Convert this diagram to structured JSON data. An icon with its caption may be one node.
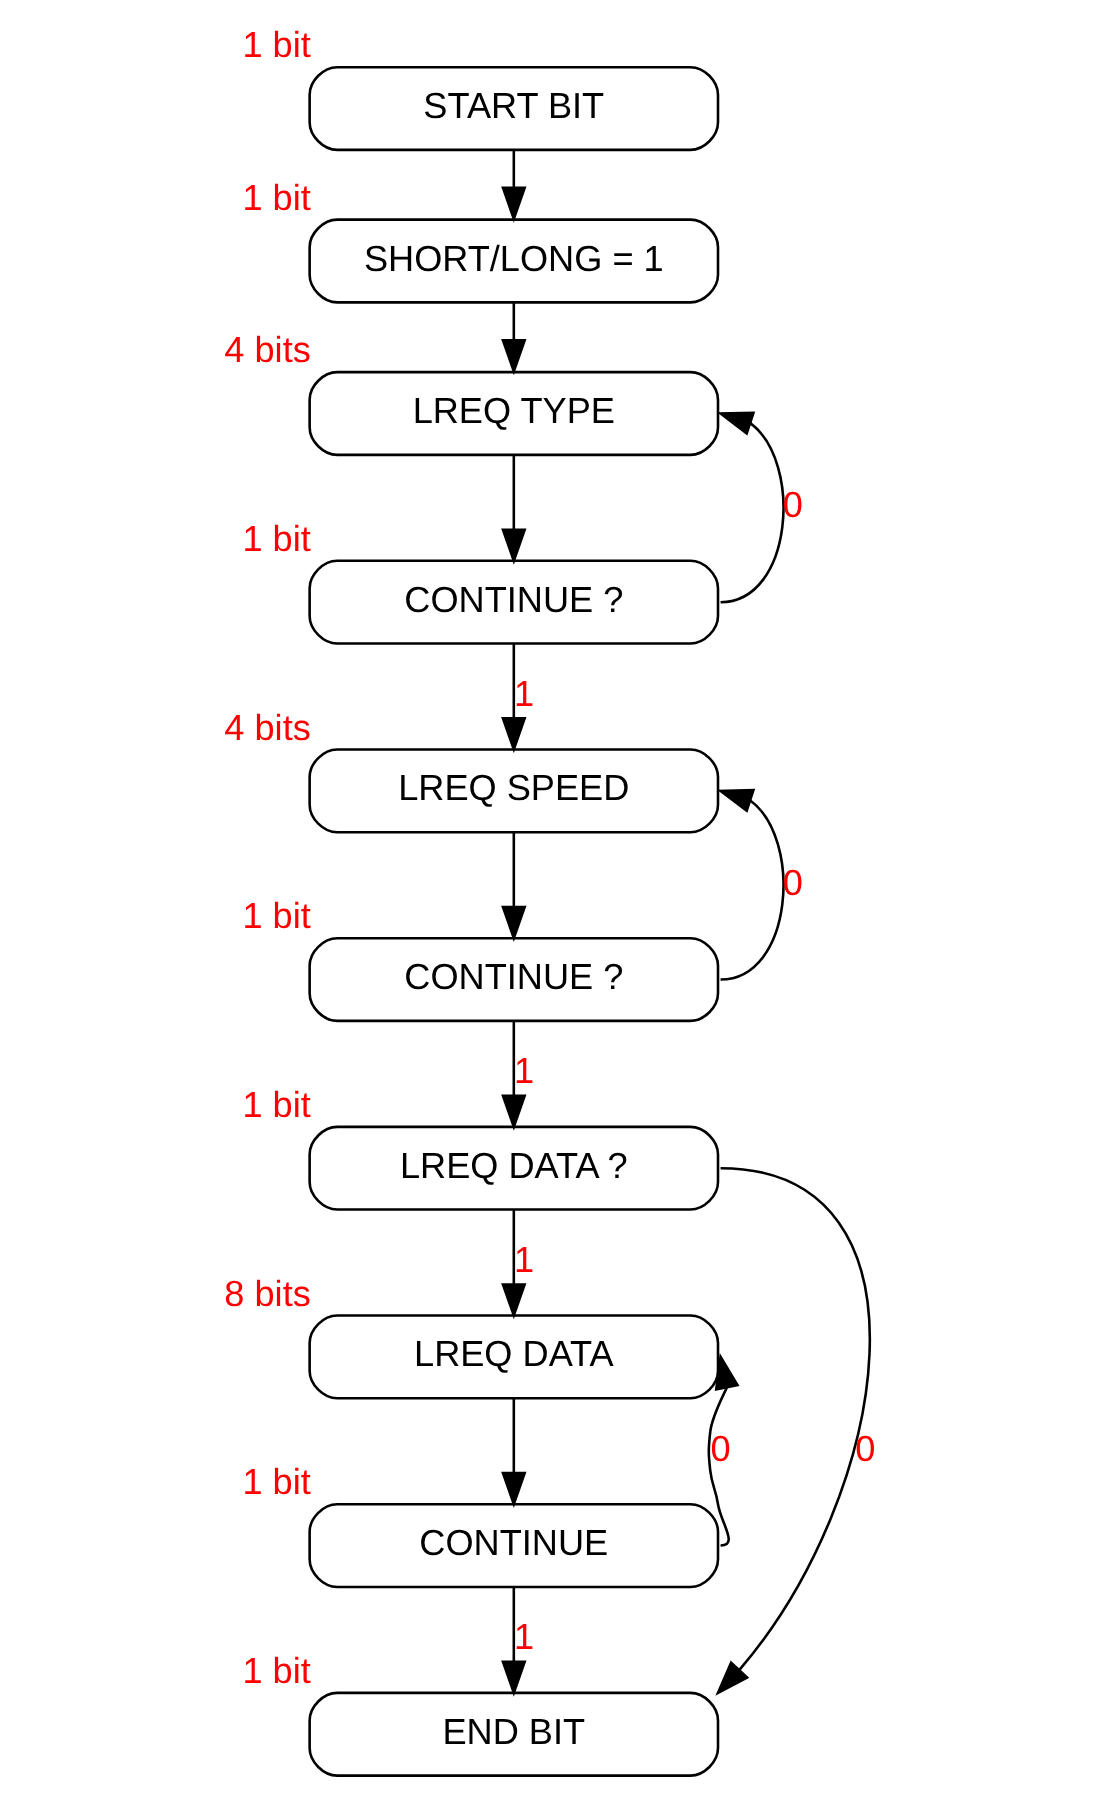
{
  "diagram": {
    "nodes": [
      {
        "text": [
          "START BIT"
        ],
        "beside": [
          "1 bit"
        ]
      },
      {
        "text": [
          "SHORT/LONG = 1"
        ],
        "beside": [
          "1 bit"
        ]
      },
      {
        "text": [
          "LREQ TYPE"
        ],
        "beside": [
          "4 bits"
        ]
      },
      {
        "text": [
          "CONTINUE ?"
        ],
        "beside": [
          "1 bit"
        ]
      },
      {
        "text": [
          "LREQ SPEED"
        ],
        "beside": [
          "4 bits"
        ]
      },
      {
        "text": [
          "CONTINUE ?"
        ],
        "beside": [
          "1 bit"
        ]
      },
      {
        "text": [
          "LREQ DATA ?"
        ],
        "beside": [
          "1 bit"
        ]
      },
      {
        "text": [
          "LREQ DATA"
        ],
        "beside": [
          "8 bits"
        ]
      },
      {
        "text": [
          "CONTINUE"
        ],
        "beside": [
          "1 bit"
        ]
      },
      {
        "text": [
          "END BIT"
        ],
        "beside": [
          "1 bit"
        ]
      }
    ],
    "edges": [
      {
        "from": 0,
        "to": 1,
        "arrow": "to"
      },
      {
        "from": 1,
        "to": 2,
        "arrow": "to"
      },
      {
        "from": 2,
        "to": 3,
        "arrow": "to"
      },
      {
        "from": 3,
        "to": 2,
        "arrow": "to",
        "label": "0"
      },
      {
        "from": 3,
        "to": 4,
        "arrow": "to",
        "label": "1"
      },
      {
        "from": 4,
        "to": 5,
        "arrow": "to"
      },
      {
        "from": 5,
        "to": 4,
        "arrow": "to",
        "label": "0"
      },
      {
        "from": 5,
        "to": 6,
        "arrow": "to",
        "label": "1"
      },
      {
        "from": 6,
        "to": 7,
        "arrow": "to",
        "label": "1"
      },
      {
        "from": 6,
        "to": 9,
        "arrow": "to",
        "label": "0"
      },
      {
        "from": 7,
        "to": 8,
        "arrow": "to"
      },
      {
        "from": 8,
        "to": 7,
        "arrow": "to",
        "label": "0"
      },
      {
        "from": 8,
        "to": 9,
        "arrow": "to",
        "label": "1"
      }
    ]
  }
}
